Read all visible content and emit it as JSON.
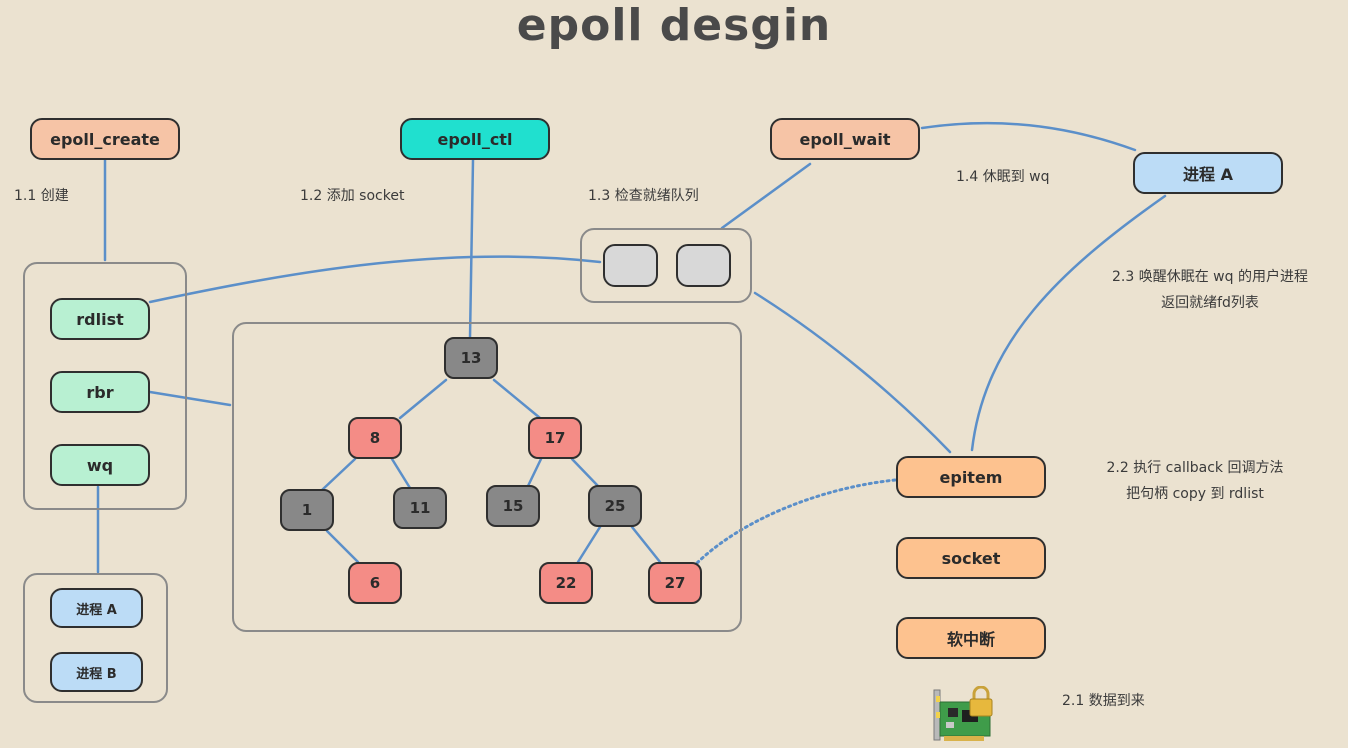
{
  "title": "epoll desgin",
  "calls": {
    "create": "epoll_create",
    "ctl": "epoll_ctl",
    "wait": "epoll_wait"
  },
  "process_right": "进程 A",
  "eventpoll": {
    "rdlist": "rdlist",
    "rbr": "rbr",
    "wq": "wq"
  },
  "wait_queue": [
    "进程 A",
    "进程 B"
  ],
  "tree_nodes": [
    {
      "value": "13",
      "color": "dark"
    },
    {
      "value": "8",
      "color": "red"
    },
    {
      "value": "17",
      "color": "red"
    },
    {
      "value": "1",
      "color": "dark"
    },
    {
      "value": "11",
      "color": "dark"
    },
    {
      "value": "15",
      "color": "dark"
    },
    {
      "value": "25",
      "color": "dark"
    },
    {
      "value": "6",
      "color": "red"
    },
    {
      "value": "22",
      "color": "red"
    },
    {
      "value": "27",
      "color": "red"
    }
  ],
  "kernel": {
    "epitem": "epitem",
    "socket": "socket",
    "softirq": "软中断"
  },
  "steps": {
    "s1_1": "1.1 创建",
    "s1_2": "1.2 添加 socket",
    "s1_3": "1.3 检查就绪队列",
    "s1_4": "1.4 休眠到 wq",
    "s2_3_line1": "2.3 唤醒休眠在 wq 的用户进程",
    "s2_3_line2": "返回就绪fd列表",
    "s2_2_line1": "2.2 执行 callback 回调方法",
    "s2_2_line2": "把句柄 copy 到 rdlist",
    "s2_1": "2.1 数据到来"
  },
  "colors": {
    "background": "#ebe2d0",
    "wire": "#5b8fc9",
    "red_node": "#f48c86",
    "black_node": "#888888"
  },
  "icons": [
    "network-card-icon"
  ]
}
